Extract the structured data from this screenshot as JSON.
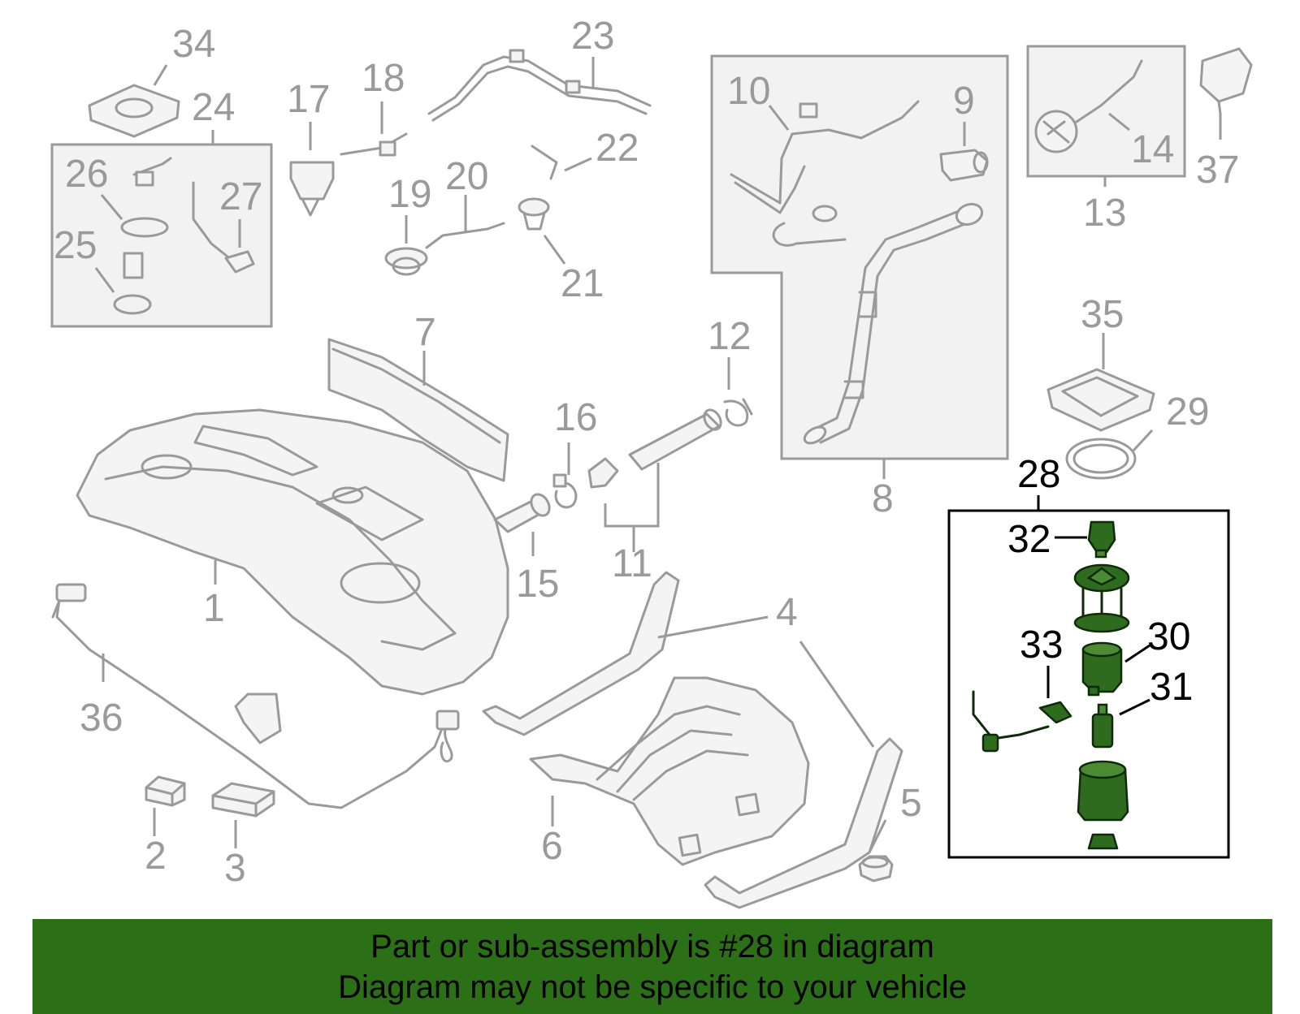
{
  "callouts": {
    "c1": "1",
    "c2": "2",
    "c3": "3",
    "c4": "4",
    "c5": "5",
    "c6": "6",
    "c7": "7",
    "c8": "8",
    "c9": "9",
    "c10": "10",
    "c11": "11",
    "c12": "12",
    "c13": "13",
    "c14": "14",
    "c15": "15",
    "c16": "16",
    "c17": "17",
    "c18": "18",
    "c19": "19",
    "c20": "20",
    "c21": "21",
    "c22": "22",
    "c23": "23",
    "c24": "24",
    "c25": "25",
    "c26": "26",
    "c27": "27",
    "c28": "28",
    "c29": "29",
    "c30": "30",
    "c31": "31",
    "c32": "32",
    "c33": "33",
    "c34": "34",
    "c35": "35",
    "c36": "36",
    "c37": "37"
  },
  "highlighted_part": "28",
  "colors": {
    "highlight_green": "#2e6b1e",
    "banner_green": "#2b6f16",
    "parts_gray": "#9a9a9a"
  },
  "banner": {
    "line1": "Part or sub-assembly is #28 in diagram",
    "line2": "Diagram may not be specific to your vehicle"
  }
}
